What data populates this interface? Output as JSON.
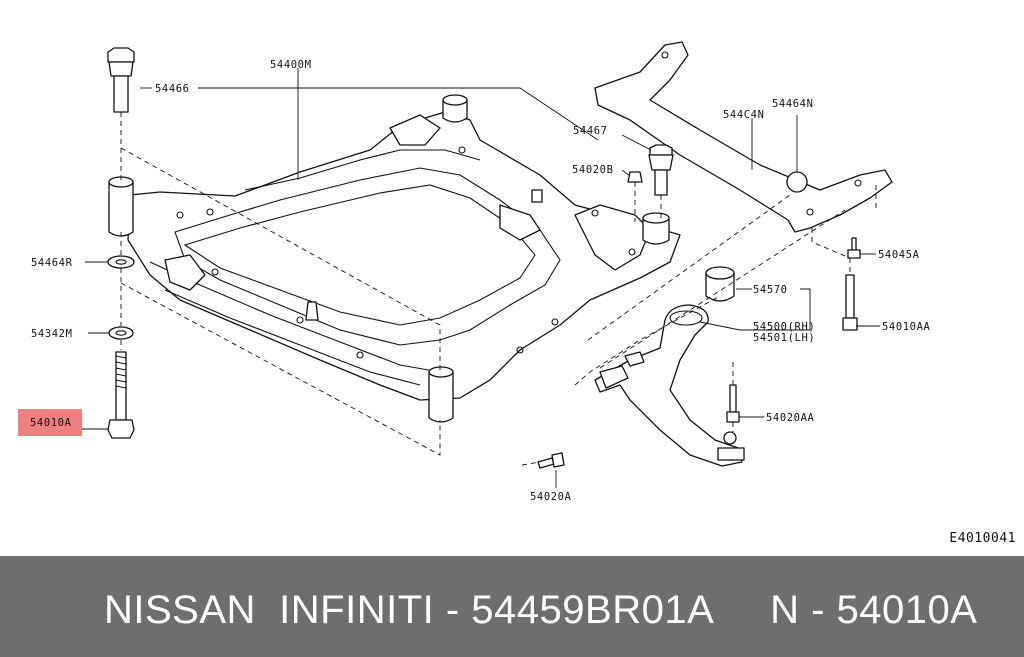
{
  "diagram": {
    "labels": {
      "p54400M": "54400M",
      "p54466": "54466",
      "p54467": "54467",
      "p54464N": "54464N",
      "p544C4N": "544C4N",
      "p54020B": "54020B",
      "p54045A": "54045A",
      "p54464R": "54464R",
      "p54570": "54570",
      "p54342M": "54342M",
      "p54500RH": "54500(RH)",
      "p54501LH": "54501(LH)",
      "p54010AA": "54010AA",
      "p54010A": "54010A",
      "p54020AA": "54020AA",
      "p54020A": "54020A"
    },
    "highlight_color": "#f08080",
    "code": "E4010041"
  },
  "footer": {
    "text": "NISSAN  INFINITI - 54459BR01A     N - 54010A",
    "background": "#6e6e6e"
  }
}
